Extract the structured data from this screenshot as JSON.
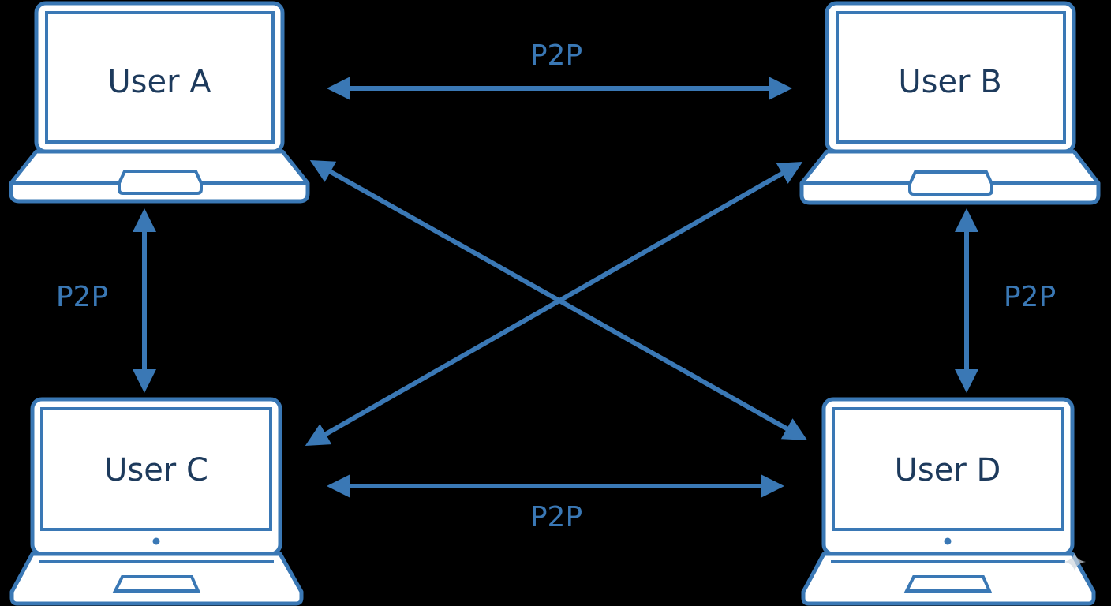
{
  "title": "Peer-to-peer network diagram",
  "nodes": [
    {
      "id": "A",
      "label": "User A"
    },
    {
      "id": "B",
      "label": "User B"
    },
    {
      "id": "C",
      "label": "User C"
    },
    {
      "id": "D",
      "label": "User D"
    }
  ],
  "edges": [
    {
      "from": "A",
      "to": "B",
      "label": "P2P",
      "bidirectional": true
    },
    {
      "from": "C",
      "to": "D",
      "label": "P2P",
      "bidirectional": true
    },
    {
      "from": "A",
      "to": "C",
      "label": "P2P",
      "bidirectional": true
    },
    {
      "from": "B",
      "to": "D",
      "label": "P2P",
      "bidirectional": true
    },
    {
      "from": "A",
      "to": "D",
      "bidirectional": true
    },
    {
      "from": "B",
      "to": "C",
      "bidirectional": true
    }
  ],
  "colors": {
    "accent": "#3a78b5",
    "label_text": "#1d3a5c",
    "background": "#000000"
  }
}
